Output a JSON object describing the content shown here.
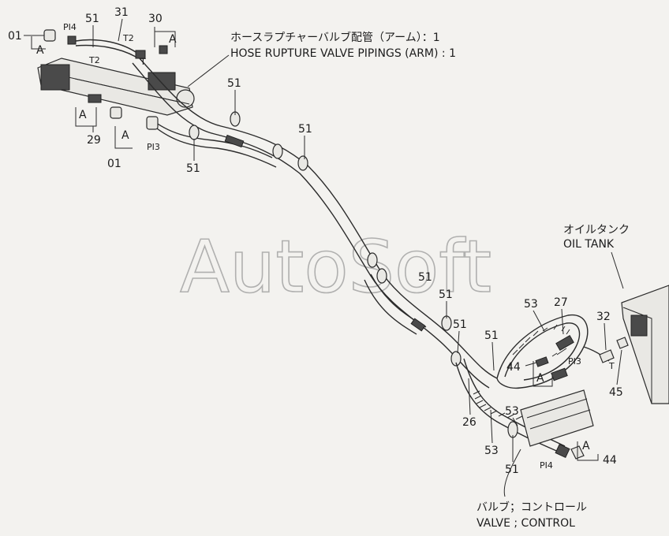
{
  "title": {
    "jp": "ホースラプチャーバルブ配管（アーム）：1",
    "en": "HOSE RUPTURE VALVE PIPINGS (ARM) : 1"
  },
  "watermark": "AutoSoft",
  "callouts": {
    "oil_tank_jp": "オイルタンク",
    "oil_tank_en": "OIL TANK",
    "valve_jp": "バルブ；コントロール",
    "valve_en": "VALVE ; CONTROL"
  },
  "part_numbers": {
    "p01": "01",
    "p51": "51",
    "p31": "31",
    "p30": "30",
    "p29": "29",
    "p27": "27",
    "p32": "32",
    "p53": "53",
    "p44": "44",
    "p45": "45",
    "p26": "26",
    "a": "A"
  },
  "port_labels": {
    "pi4": "PI4",
    "pi3": "PI3",
    "t2": "T2",
    "t": "T"
  },
  "colors": {
    "line": "#2b2b2b",
    "background": "#f3f2ef",
    "watermark": "#9a9a9a"
  }
}
